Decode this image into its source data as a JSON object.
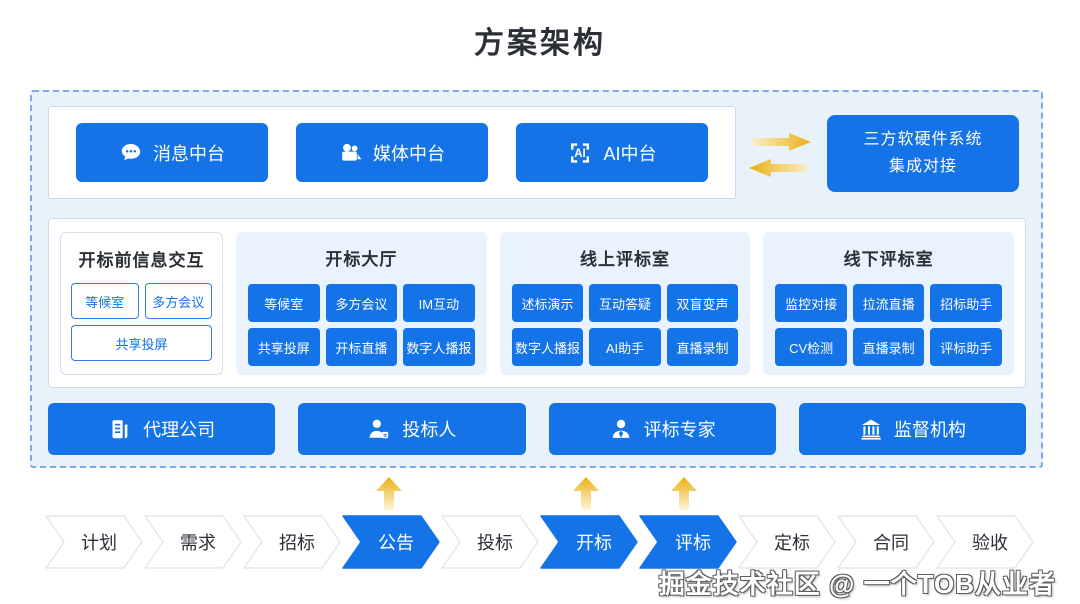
{
  "title": "方案架构",
  "watermark": "掘金技术社区 @ 一个TOB从业者",
  "colors": {
    "primary_blue": "#1473e6",
    "panel_light_blue": "#e9f2fd",
    "container_light_blue": "#e9f1fb",
    "dashed_border_blue": "#7fa9e6",
    "arrow_yellow": "#eab011",
    "text_dark": "#2b2f36"
  },
  "platforms": [
    {
      "label": "消息中台",
      "icon": "chat-bubble-icon"
    },
    {
      "label": "媒体中台",
      "icon": "video-camera-icon"
    },
    {
      "label": "AI中台",
      "icon": "ai-frame-icon",
      "icon_text": "AI"
    }
  ],
  "integration": {
    "line1": "三方软硬件系统",
    "line2": "集成对接"
  },
  "rooms": [
    {
      "title": "开标前信息交互",
      "buttons": [
        "等候室",
        "多方会议",
        "共享投屏"
      ]
    },
    {
      "title": "开标大厅",
      "buttons": [
        "等候室",
        "多方会议",
        "IM互动",
        "共享投屏",
        "开标直播",
        "数字人播报"
      ]
    },
    {
      "title": "线上评标室",
      "buttons": [
        "述标演示",
        "互动答疑",
        "双盲变声",
        "数字人播报",
        "AI助手",
        "直播录制"
      ]
    },
    {
      "title": "线下评标室",
      "buttons": [
        "监控对接",
        "拉流直播",
        "招标助手",
        "CV检测",
        "直播录制",
        "评标助手"
      ]
    }
  ],
  "roles": [
    {
      "label": "代理公司",
      "icon": "office-building-icon"
    },
    {
      "label": "投标人",
      "icon": "bidder-person-icon"
    },
    {
      "label": "评标专家",
      "icon": "expert-person-icon"
    },
    {
      "label": "监督机构",
      "icon": "bank-icon"
    }
  ],
  "flow": {
    "steps": [
      {
        "label": "计划",
        "active": false
      },
      {
        "label": "需求",
        "active": false
      },
      {
        "label": "招标",
        "active": false
      },
      {
        "label": "公告",
        "active": true,
        "arrow_above": true
      },
      {
        "label": "投标",
        "active": false
      },
      {
        "label": "开标",
        "active": true,
        "arrow_above": true
      },
      {
        "label": "评标",
        "active": true,
        "arrow_above": true
      },
      {
        "label": "定标",
        "active": false
      },
      {
        "label": "合同",
        "active": false
      },
      {
        "label": "验收",
        "active": false
      }
    ]
  }
}
